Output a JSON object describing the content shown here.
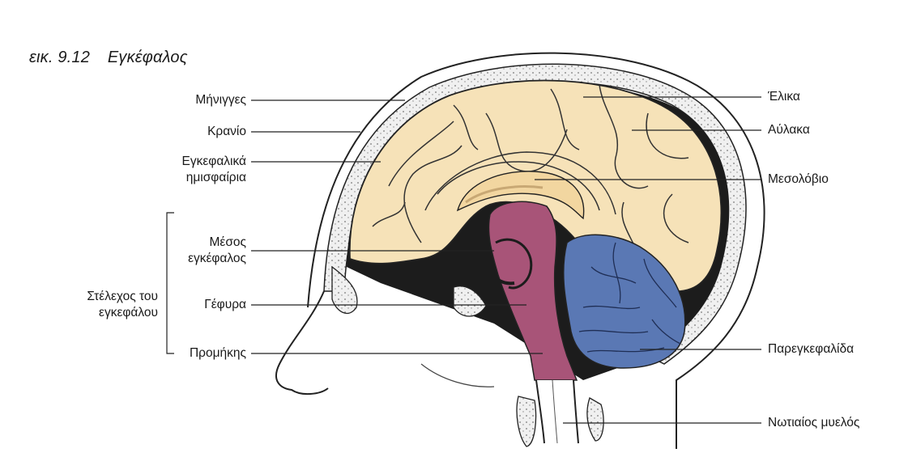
{
  "caption": {
    "number": "εικ. 9.12",
    "title": "Εγκέφαλος"
  },
  "labels_left": {
    "meninges": "Μήνιγγες",
    "skull": "Κρανίο",
    "hemispheres_line1": "Εγκεφαλικά",
    "hemispheres_line2": "ημισφαίρια",
    "midbrain_line1": "Μέσος",
    "midbrain_line2": "εγκέφαλος",
    "brainstem_line1": "Στέλεχος του",
    "brainstem_line2": "εγκεφάλου",
    "pons": "Γέφυρα",
    "medulla": "Προμήκης"
  },
  "labels_right": {
    "gyrus": "Έλικα",
    "sulcus": "Αύλακα",
    "corpus_callosum": "Μεσολόβιο",
    "cerebellum": "Παρεγκεφαλίδα",
    "spinal_cord": "Νωτιαίος μυελός"
  },
  "colors": {
    "cerebrum": "#f6e2b8",
    "brainstem": "#a85478",
    "cerebellum": "#5a78b4",
    "skull_fill": "#eeeeee",
    "dark_space": "#1c1c1c",
    "outline": "#222222"
  }
}
